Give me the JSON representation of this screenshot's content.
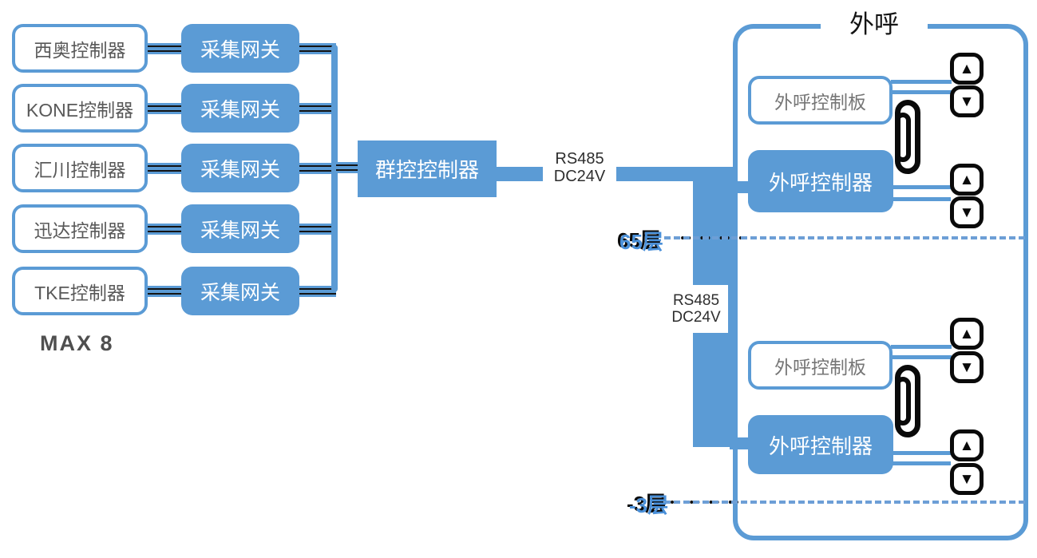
{
  "diagram": {
    "rows": [
      {
        "controller": "西奥控制器",
        "gateway": "采集网关"
      },
      {
        "controller": "KONE控制器",
        "gateway": "采集网关"
      },
      {
        "controller": "汇川控制器",
        "gateway": "采集网关"
      },
      {
        "controller": "迅达控制器",
        "gateway": "采集网关"
      },
      {
        "controller": "TKE控制器",
        "gateway": "采集网关"
      }
    ],
    "max_label": "MAX 8",
    "group_controller": "群控控制器",
    "link_label": {
      "line1": "RS485",
      "line2": "DC24V"
    },
    "trunk_label": {
      "line1": "RS485",
      "line2": "DC24V"
    },
    "outbound": {
      "title": "外呼",
      "board_top": "外呼控制板",
      "controller_top": "外呼控制器",
      "board_bottom": "外呼控制板",
      "controller_bottom": "外呼控制器",
      "floor_top": "65层",
      "floor_bottom": "-3层"
    },
    "glyphs": {
      "up": "▲",
      "down": "▼"
    },
    "colors": {
      "accent": "#5B9BD5",
      "wire_black": "#141414",
      "dash_blue": "#6D9FD6",
      "floor_text": "#4A90D9",
      "node_text_gray": "#595959"
    }
  }
}
